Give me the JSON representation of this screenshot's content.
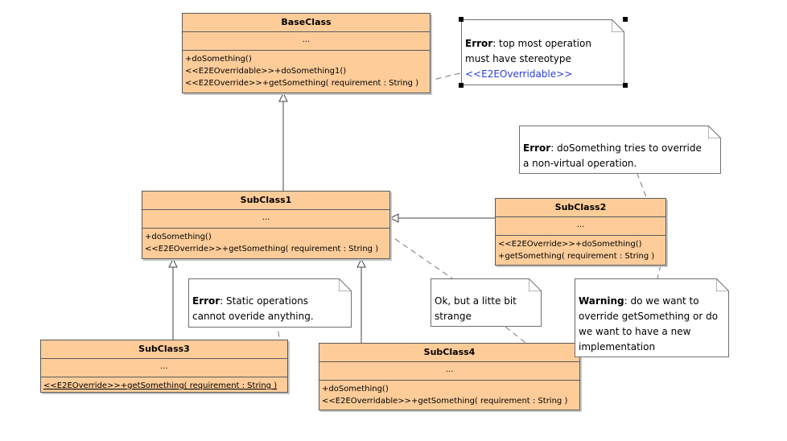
{
  "classes": {
    "base": {
      "name": "BaseClass",
      "attrs": "...",
      "ops": [
        "+doSomething()",
        "<<E2EOverridable>>+doSomething1()",
        "<<E2EOverride>>+getSomething( requirement : String )"
      ]
    },
    "sub1": {
      "name": "SubClass1",
      "attrs": "...",
      "ops": [
        "+doSomething()",
        "<<E2EOverride>>+getSomething( requirement : String )"
      ]
    },
    "sub2": {
      "name": "SubClass2",
      "attrs": "...",
      "ops": [
        "<<E2EOverride>>+doSomething()",
        "+getSomething( requirement : String )"
      ]
    },
    "sub3": {
      "name": "SubClass3",
      "attrs": "...",
      "ops": [
        "<<E2EOverride>>+getSomething( requirement : String )"
      ]
    },
    "sub4": {
      "name": "SubClass4",
      "attrs": "...",
      "ops": [
        "+doSomething()",
        "<<E2EOverridable>>+getSomething( requirement : String )"
      ]
    }
  },
  "notes": {
    "n1": {
      "label": "Error",
      "text1": ": top most operation",
      "line2": "must have stereotype",
      "stereotype": "<<E2EOverridable>>"
    },
    "n2": {
      "label": "Error",
      "text1": ": doSomething tries to override",
      "line2": "a non-virtual operation."
    },
    "n3": {
      "label": "Error",
      "text1": ": Static operations",
      "line2": "cannot overide anything."
    },
    "n4": {
      "line1": "Ok, but a litte bit",
      "line2": "strange"
    },
    "n5": {
      "label": "Warning",
      "text1": ": do we want to",
      "line2": "override getSomething or do",
      "line3": "we want to have a new",
      "line4": "implementation"
    }
  },
  "colors": {
    "class_fill": "#fdcc99",
    "border": "#5a5a5a",
    "stereotype_text": "#2a3fd4"
  }
}
